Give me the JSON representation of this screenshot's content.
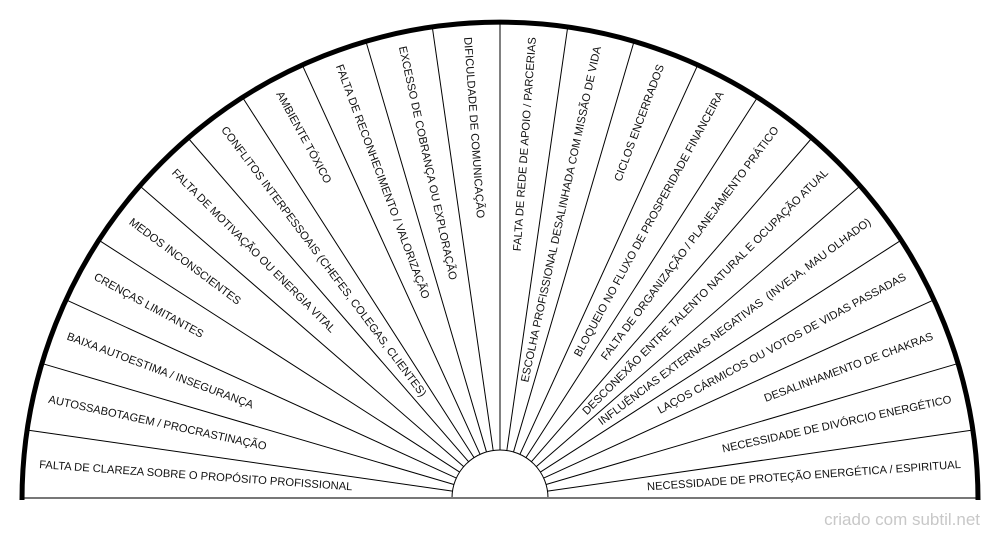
{
  "chart": {
    "sectors": [
      "FALTA DE CLAREZA SOBRE O PROPÓSITO PROFISSIONAL",
      "AUTOSSABOTAGEM / PROCRASTINAÇÃO",
      "BAIXA AUTOESTIMA / INSEGURANÇA",
      "CRENÇAS LIMITANTES",
      "MEDOS INCONSCIENTES",
      "FALTA DE MOTIVAÇÃO OU ENERGIA VITAL",
      "CONFLITOS INTERPESSOAIS (CHEFES, COLEGAS, CLIENTES)",
      "AMBIENTE TÓXICO",
      "FALTA DE RECONHECIMENTO / VALORIZAÇÃO",
      "EXCESSO DE COBRANÇA OU EXPLORAÇÃO",
      "DIFICULDADE DE COMUNICAÇÃO",
      "FALTA DE REDE DE APOIO / PARCERIAS",
      "ESCOLHA PROFISSIONAL DESALINHADA COM MISSÃO DE VIDA",
      "CICLOS ENCERRADOS",
      "BLOQUEIO NO FLUXO DE PROSPERIDADE FINANCEIRA",
      "FALTA DE ORGANIZAÇÃO / PLANEJAMENTO PRÁTICO",
      "DESCONEXÃO ENTRE TALENTO NATURAL E OCUPAÇÃO ATUAL",
      "INFLUÊNCIAS EXTERNAS NEGATIVAS  (INVEJA, MAU OLHADO)",
      "LAÇOS CÁRMICOS OU VOTOS DE VIDAS PASSADAS",
      "DESALINHAMENTO DE CHAKRAS",
      "NECESSIDADE DE DIVÓRCIO ENERGÉTICO",
      "NECESSIDADE DE PROTEÇÃO ENERGÉTICA / ESPIRITUAL"
    ]
  },
  "watermark": "criado com subtil.net",
  "colors": {
    "line": "#000000",
    "base": "#777777",
    "watermark": "#c8c8c8"
  }
}
